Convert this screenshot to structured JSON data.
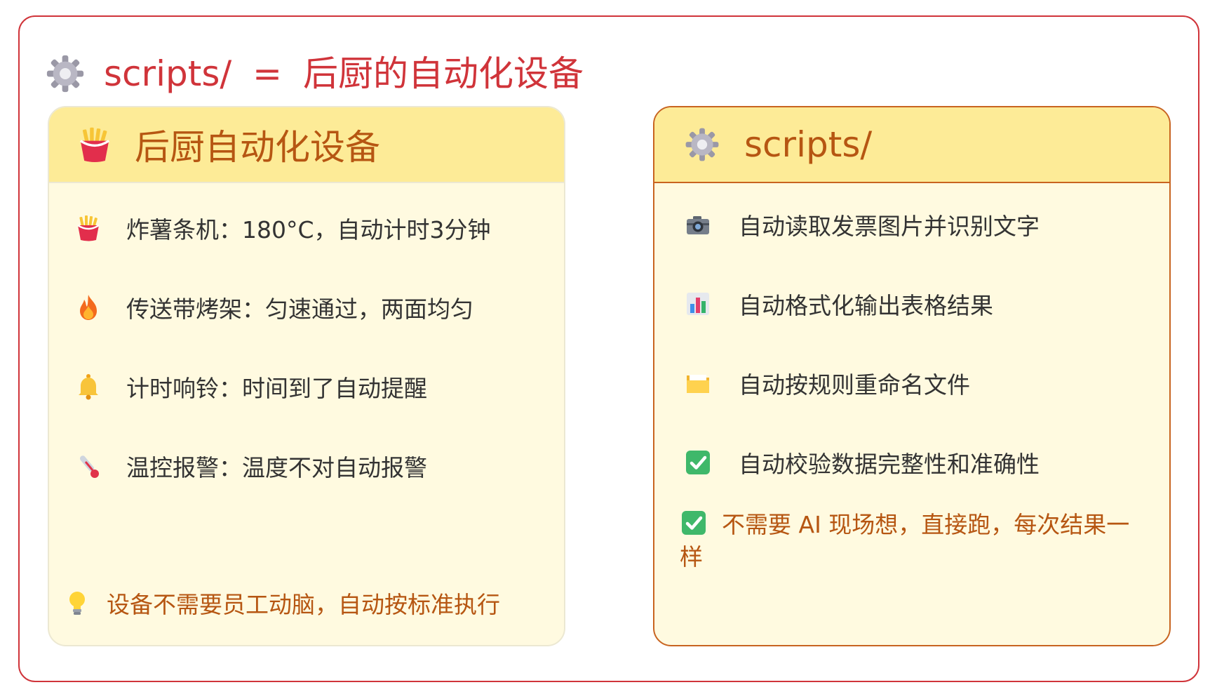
{
  "title": {
    "icon": "gear-icon",
    "code": "scripts/",
    "equals": "=",
    "text": "后厨的自动化设备"
  },
  "left_panel": {
    "icon": "fries-icon",
    "title": "后厨自动化设备",
    "items": [
      {
        "icon": "fries-icon",
        "text": "炸薯条机：180°C，自动计时3分钟"
      },
      {
        "icon": "fire-icon",
        "text": "传送带烤架：匀速通过，两面均匀"
      },
      {
        "icon": "bell-icon",
        "text": "计时响铃：时间到了自动提醒"
      },
      {
        "icon": "thermometer-icon",
        "text": "温控报警：温度不对自动报警"
      }
    ],
    "tip": {
      "icon": "lightbulb-icon",
      "text": "设备不需要员工动脑，自动按标准执行"
    }
  },
  "right_panel": {
    "icon": "gear-icon",
    "title": "scripts/",
    "items": [
      {
        "icon": "camera-icon",
        "text": "自动读取发票图片并识别文字"
      },
      {
        "icon": "bar-chart-icon",
        "text": "自动格式化输出表格结果"
      },
      {
        "icon": "folder-icon",
        "text": "自动按规则重命名文件"
      },
      {
        "icon": "check-icon",
        "text": "自动校验数据完整性和准确性"
      }
    ],
    "note": {
      "icon": "check-icon",
      "text": "不需要 AI 现场想，直接跑，每次结果一样"
    }
  },
  "colors": {
    "frame": "#d0343a",
    "title_text": "#d0343a",
    "panel_fill": "#fffae0",
    "panel_header": "#fdeb97",
    "accent_text": "#b65612",
    "right_border": "#c86420"
  }
}
